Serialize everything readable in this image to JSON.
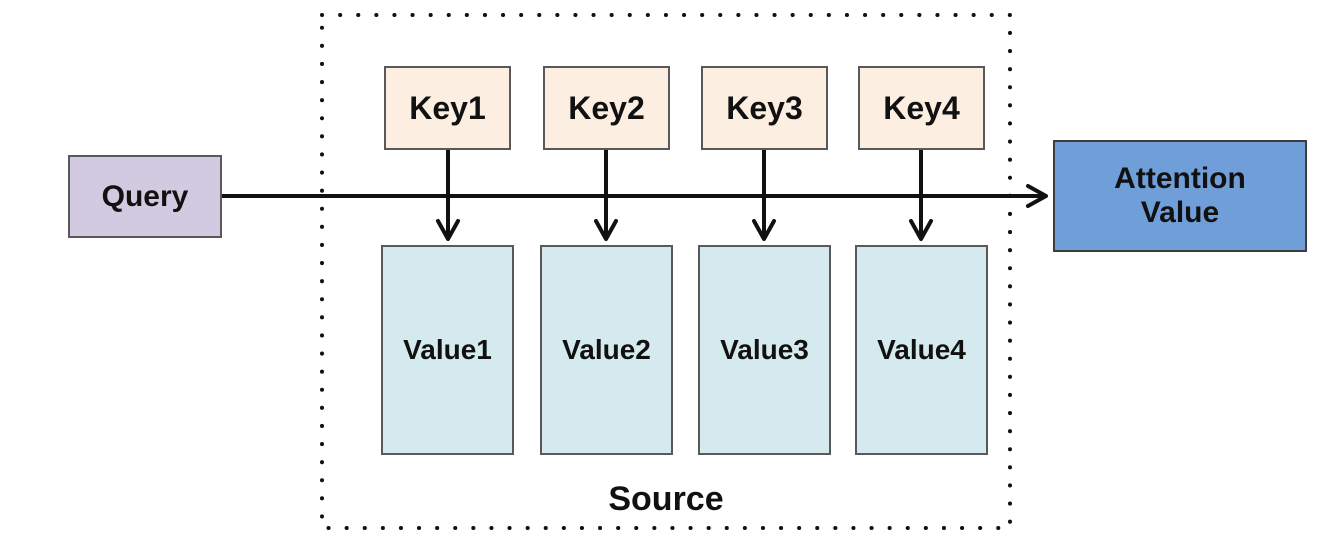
{
  "diagram": {
    "type": "attention-mechanism-flow",
    "query": {
      "label": "Query"
    },
    "source": {
      "label": "Source",
      "keys": [
        "Key1",
        "Key2",
        "Key3",
        "Key4"
      ],
      "values": [
        "Value1",
        "Value2",
        "Value3",
        "Value4"
      ]
    },
    "attention": {
      "lines": [
        "Attention",
        "Value"
      ]
    },
    "colors": {
      "query_fill": "#d1cae0",
      "key_fill": "#fcefe2",
      "value_fill": "#d5eaef",
      "attention_fill": "#6f9ed9",
      "box_border": "#595959",
      "line": "#111111"
    }
  }
}
